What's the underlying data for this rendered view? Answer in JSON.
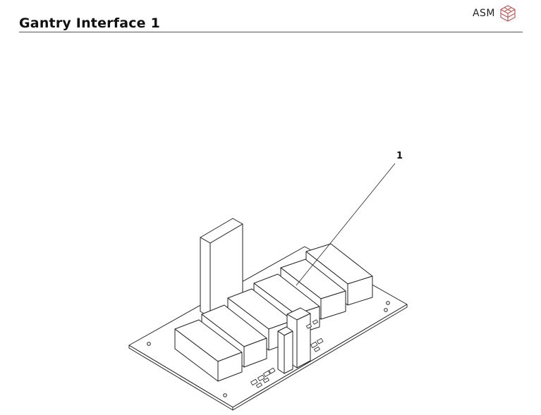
{
  "header": {
    "title": "Gantry Interface 1",
    "brand": "ASM"
  },
  "figure": {
    "callouts": [
      {
        "label": "1"
      }
    ]
  },
  "colors": {
    "brand_logo": "#c0504d",
    "line": "#222222"
  }
}
